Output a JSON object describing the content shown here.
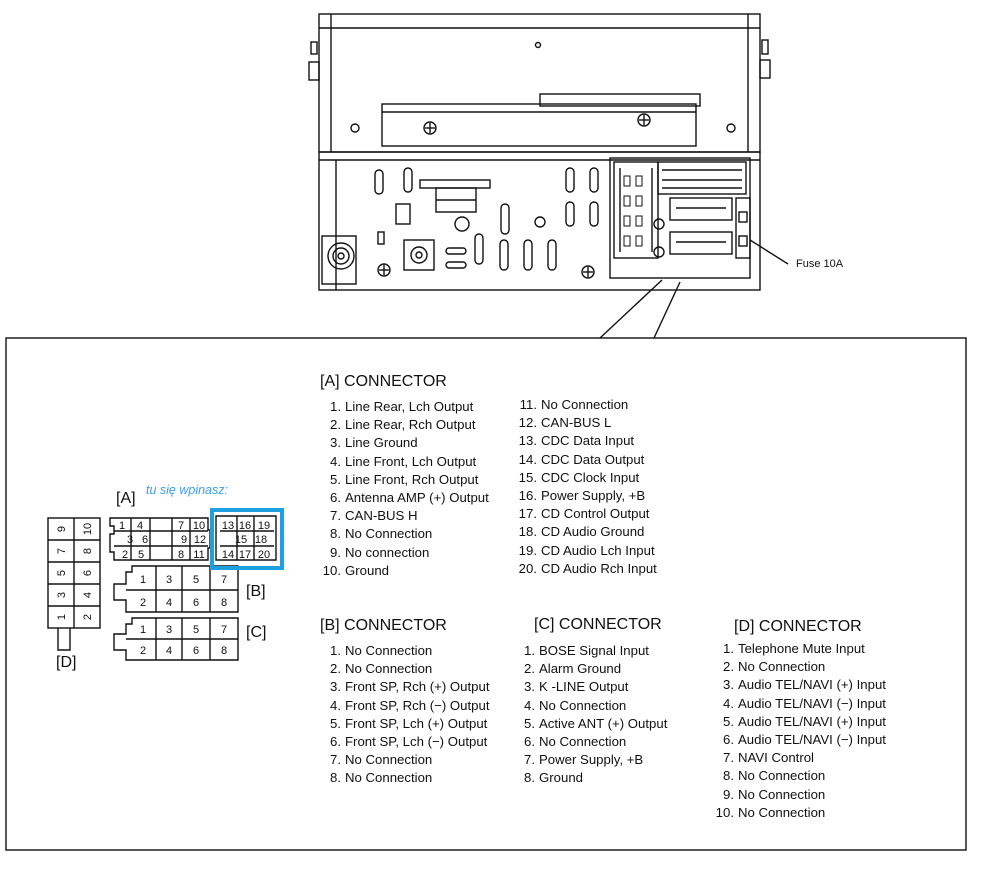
{
  "fuse_label": "Fuse 10A",
  "pinout_note": "tu się wpinasz:",
  "connector_labels": {
    "a": "[A]",
    "b": "[B]",
    "c": "[C]",
    "d": "[D]"
  },
  "colors": {
    "highlight": "#1e9fe0",
    "note_text": "#3da0e0",
    "line": "#111111"
  },
  "pin_grids": {
    "a_left": [
      [
        "1",
        "4",
        "",
        "7",
        "10"
      ],
      [
        "3",
        "6",
        "",
        "9",
        "12"
      ],
      [
        "2",
        "5",
        "",
        "8",
        "11"
      ]
    ],
    "a_right": [
      [
        "13",
        "16",
        "19"
      ],
      [
        "15",
        "18"
      ],
      [
        "14",
        "17",
        "20"
      ]
    ],
    "b": [
      [
        "1",
        "3",
        "5",
        "7"
      ],
      [
        "2",
        "4",
        "6",
        "8"
      ]
    ],
    "c": [
      [
        "1",
        "3",
        "5",
        "7"
      ],
      [
        "2",
        "4",
        "6",
        "8"
      ]
    ],
    "d": [
      [
        "9",
        "10"
      ],
      [
        "7",
        "8"
      ],
      [
        "5",
        "6"
      ],
      [
        "3",
        "4"
      ],
      [
        "1",
        "2"
      ]
    ]
  },
  "sections": {
    "a": {
      "title": "[A] CONNECTOR",
      "col1": [
        {
          "n": "1.",
          "t": "Line Rear, Lch Output"
        },
        {
          "n": "2.",
          "t": "Line Rear, Rch Output"
        },
        {
          "n": "3.",
          "t": "Line Ground"
        },
        {
          "n": "4.",
          "t": "Line Front, Lch Output"
        },
        {
          "n": "5.",
          "t": "Line Front, Rch Output"
        },
        {
          "n": "6.",
          "t": "Antenna AMP (+) Output"
        },
        {
          "n": "7.",
          "t": "CAN-BUS H"
        },
        {
          "n": "8.",
          "t": "No Connection"
        },
        {
          "n": "9.",
          "t": "No connection"
        },
        {
          "n": "10.",
          "t": "Ground"
        }
      ],
      "col2": [
        {
          "n": "11.",
          "t": "No Connection"
        },
        {
          "n": "12.",
          "t": "CAN-BUS L"
        },
        {
          "n": "13.",
          "t": "CDC Data Input"
        },
        {
          "n": "14.",
          "t": "CDC Data Output"
        },
        {
          "n": "15.",
          "t": "CDC Clock Input"
        },
        {
          "n": "16.",
          "t": "Power Supply, +B"
        },
        {
          "n": "17.",
          "t": "CD Control Output"
        },
        {
          "n": "18.",
          "t": "CD Audio Ground"
        },
        {
          "n": "19.",
          "t": "CD Audio Lch Input"
        },
        {
          "n": "20.",
          "t": "CD Audio Rch Input"
        }
      ]
    },
    "b": {
      "title": "[B] CONNECTOR",
      "items": [
        {
          "n": "1.",
          "t": "No Connection"
        },
        {
          "n": "2.",
          "t": "No Connection"
        },
        {
          "n": "3.",
          "t": "Front SP, Rch (+) Output"
        },
        {
          "n": "4.",
          "t": "Front SP, Rch (−) Output"
        },
        {
          "n": "5.",
          "t": "Front SP, Lch (+) Output"
        },
        {
          "n": "6.",
          "t": "Front SP, Lch (−) Output"
        },
        {
          "n": "7.",
          "t": "No Connection"
        },
        {
          "n": "8.",
          "t": "No Connection"
        }
      ]
    },
    "c": {
      "title": "[C] CONNECTOR",
      "items": [
        {
          "n": "1.",
          "t": "BOSE Signal Input"
        },
        {
          "n": "2.",
          "t": "Alarm Ground"
        },
        {
          "n": "3.",
          "t": "K -LINE Output"
        },
        {
          "n": "4.",
          "t": "No Connection"
        },
        {
          "n": "5.",
          "t": "Active ANT (+) Output"
        },
        {
          "n": "6.",
          "t": "No Connection"
        },
        {
          "n": "7.",
          "t": "Power Supply, +B"
        },
        {
          "n": "8.",
          "t": "Ground"
        }
      ]
    },
    "d": {
      "title": "[D] CONNECTOR",
      "items": [
        {
          "n": "1.",
          "t": "Telephone Mute Input"
        },
        {
          "n": "2.",
          "t": "No Connection"
        },
        {
          "n": "3.",
          "t": "Audio TEL/NAVI (+) Input"
        },
        {
          "n": "4.",
          "t": "Audio TEL/NAVI (−) Input"
        },
        {
          "n": "5.",
          "t": "Audio TEL/NAVI (+) Input"
        },
        {
          "n": "6.",
          "t": "Audio TEL/NAVI (−) Input"
        },
        {
          "n": "7.",
          "t": "NAVI Control"
        },
        {
          "n": "8.",
          "t": "No Connection"
        },
        {
          "n": "9.",
          "t": "No Connection"
        },
        {
          "n": "10.",
          "t": "No Connection"
        }
      ]
    }
  }
}
